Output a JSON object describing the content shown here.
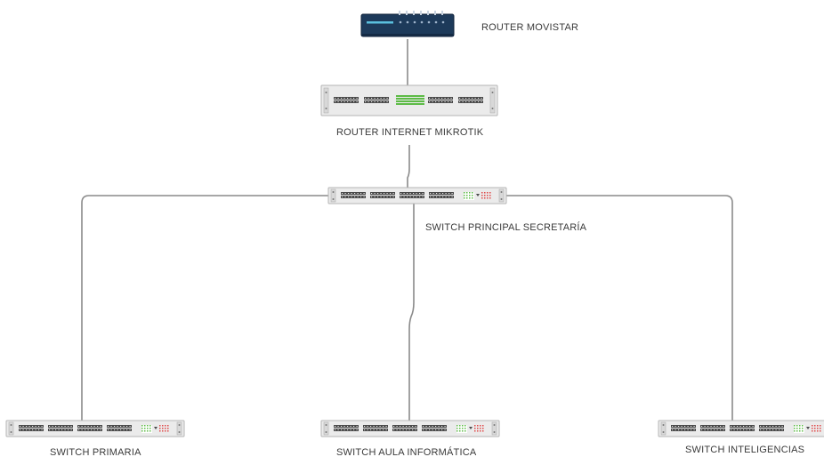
{
  "devices": {
    "router_movistar": {
      "label": "ROUTER MOVISTAR",
      "type": "modem"
    },
    "router_mikrotik": {
      "label": "ROUTER INTERNET MIKROTIK",
      "type": "router"
    },
    "switch_principal": {
      "label": "SWITCH PRINCIPAL SECRETARÍA",
      "type": "switch"
    },
    "switch_primaria": {
      "label": "SWITCH PRIMARIA",
      "type": "switch"
    },
    "switch_aula": {
      "label": "SWITCH AULA INFORMÁTICA",
      "type": "switch"
    },
    "switch_inteligencias": {
      "label": "SWITCH INTELIGENCIAS",
      "type": "switch"
    }
  },
  "links": [
    {
      "from": "router_movistar",
      "to": "router_mikrotik"
    },
    {
      "from": "router_mikrotik",
      "to": "switch_principal"
    },
    {
      "from": "switch_principal",
      "to": "switch_primaria"
    },
    {
      "from": "switch_principal",
      "to": "switch_aula"
    },
    {
      "from": "switch_principal",
      "to": "switch_inteligencias"
    }
  ],
  "colors": {
    "connector": "#8a8a8a",
    "rack_body": "#ebebeb",
    "rack_border": "#b5b5b5",
    "port": "#4a4a4a",
    "port_green": "#5dbb46",
    "port_red": "#e04a4a",
    "modem_body": "#1d3a5a"
  }
}
